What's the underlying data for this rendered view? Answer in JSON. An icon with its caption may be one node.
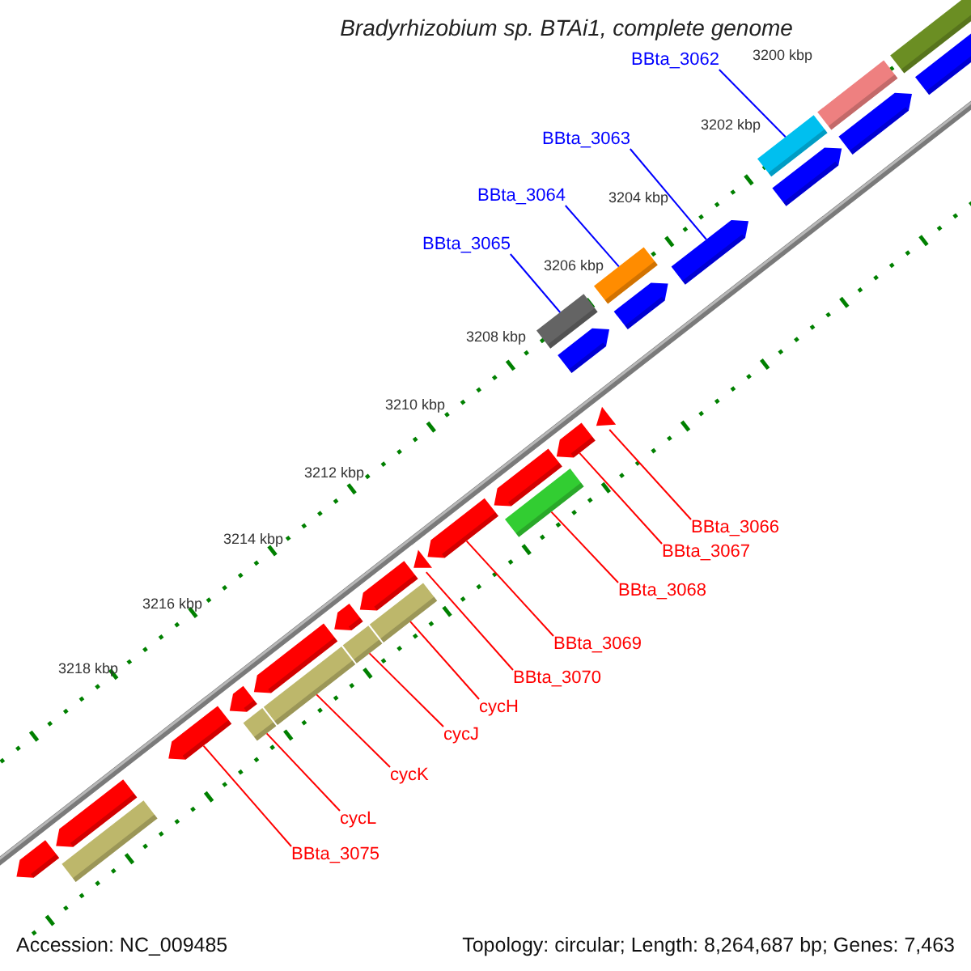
{
  "diagram": {
    "title": "Bradyrhizobium sp. BTAi1, complete genome",
    "nodes": [
      {
        "text": [
          "BBta_3062"
        ]
      },
      {
        "text": [
          "BBta_3063"
        ]
      },
      {
        "text": [
          "BBta_3064"
        ]
      },
      {
        "text": [
          "BBta_3065"
        ]
      },
      {
        "text": [
          "BBta_3066"
        ]
      },
      {
        "text": [
          "BBta_3067"
        ]
      },
      {
        "text": [
          "BBta_3068"
        ]
      },
      {
        "text": [
          "BBta_3069"
        ]
      },
      {
        "text": [
          "BBta_3070"
        ]
      },
      {
        "text": [
          "cycH"
        ]
      },
      {
        "text": [
          "cycJ"
        ]
      },
      {
        "text": [
          "cycK"
        ]
      },
      {
        "text": [
          "cycL"
        ]
      },
      {
        "text": [
          "BBta_3075"
        ]
      },
      {
        "text": [],
        "shape": "bar"
      },
      {
        "text": [],
        "shape": "bar"
      },
      {
        "text": [],
        "shape": "bar"
      },
      {
        "text": [],
        "shape": "bar"
      },
      {
        "text": [],
        "shape": "bar"
      },
      {
        "text": [],
        "shape": "arrow"
      },
      {
        "text": [],
        "shape": "arrow"
      },
      {
        "text": [],
        "shape": "arrow"
      },
      {
        "text": [],
        "shape": "arrow"
      },
      {
        "text": [],
        "shape": "arrow"
      },
      {
        "text": [],
        "shape": "arrow"
      },
      {
        "text": [],
        "shape": "triangle"
      },
      {
        "text": [],
        "shape": "arrow"
      },
      {
        "text": [],
        "shape": "arrow"
      },
      {
        "text": [],
        "shape": "arrow"
      },
      {
        "text": [],
        "shape": "triangle"
      },
      {
        "text": [],
        "shape": "arrow"
      },
      {
        "text": [],
        "shape": "arrow"
      },
      {
        "text": [],
        "shape": "arrow"
      },
      {
        "text": [],
        "shape": "arrow"
      },
      {
        "text": [],
        "shape": "arrow"
      },
      {
        "text": [],
        "shape": "arrow"
      },
      {
        "text": [],
        "shape": "arrow"
      },
      {
        "text": [],
        "shape": "bar"
      },
      {
        "text": [],
        "shape": "bar"
      },
      {
        "text": [],
        "shape": "bar"
      },
      {
        "text": [],
        "shape": "bar"
      },
      {
        "text": [],
        "shape": "bar"
      },
      {
        "text": [],
        "shape": "bar"
      }
    ],
    "edges": [
      {
        "from": 0,
        "to": 16,
        "arrow": "none",
        "color": "#0000ff"
      },
      {
        "from": 1,
        "to": 22,
        "arrow": "none",
        "color": "#0000ff"
      },
      {
        "from": 2,
        "to": 17,
        "arrow": "none",
        "color": "#0000ff"
      },
      {
        "from": 3,
        "to": 18,
        "arrow": "none",
        "color": "#0000ff"
      },
      {
        "from": 4,
        "to": 25,
        "arrow": "none"
      },
      {
        "from": 5,
        "to": 26,
        "arrow": "none"
      },
      {
        "from": 6,
        "to": 37,
        "arrow": "none"
      },
      {
        "from": 7,
        "to": 28,
        "arrow": "none"
      },
      {
        "from": 8,
        "to": 29,
        "arrow": "none"
      },
      {
        "from": 9,
        "to": 38,
        "arrow": "none"
      },
      {
        "from": 10,
        "to": 39,
        "arrow": "none"
      },
      {
        "from": 11,
        "to": 40,
        "arrow": "none"
      },
      {
        "from": 12,
        "to": 41,
        "arrow": "none"
      },
      {
        "from": 13,
        "to": 34,
        "arrow": "none"
      }
    ],
    "labels": [
      "3200 kbp",
      "3202 kbp",
      "3204 kbp",
      "3206 kbp",
      "3208 kbp",
      "3210 kbp",
      "3212 kbp",
      "3214 kbp",
      "3216 kbp",
      "3218 kbp",
      "Accession: NC_009485",
      "Topology: circular; Length: 8,264,687 bp; Genes: 7,463"
    ]
  }
}
